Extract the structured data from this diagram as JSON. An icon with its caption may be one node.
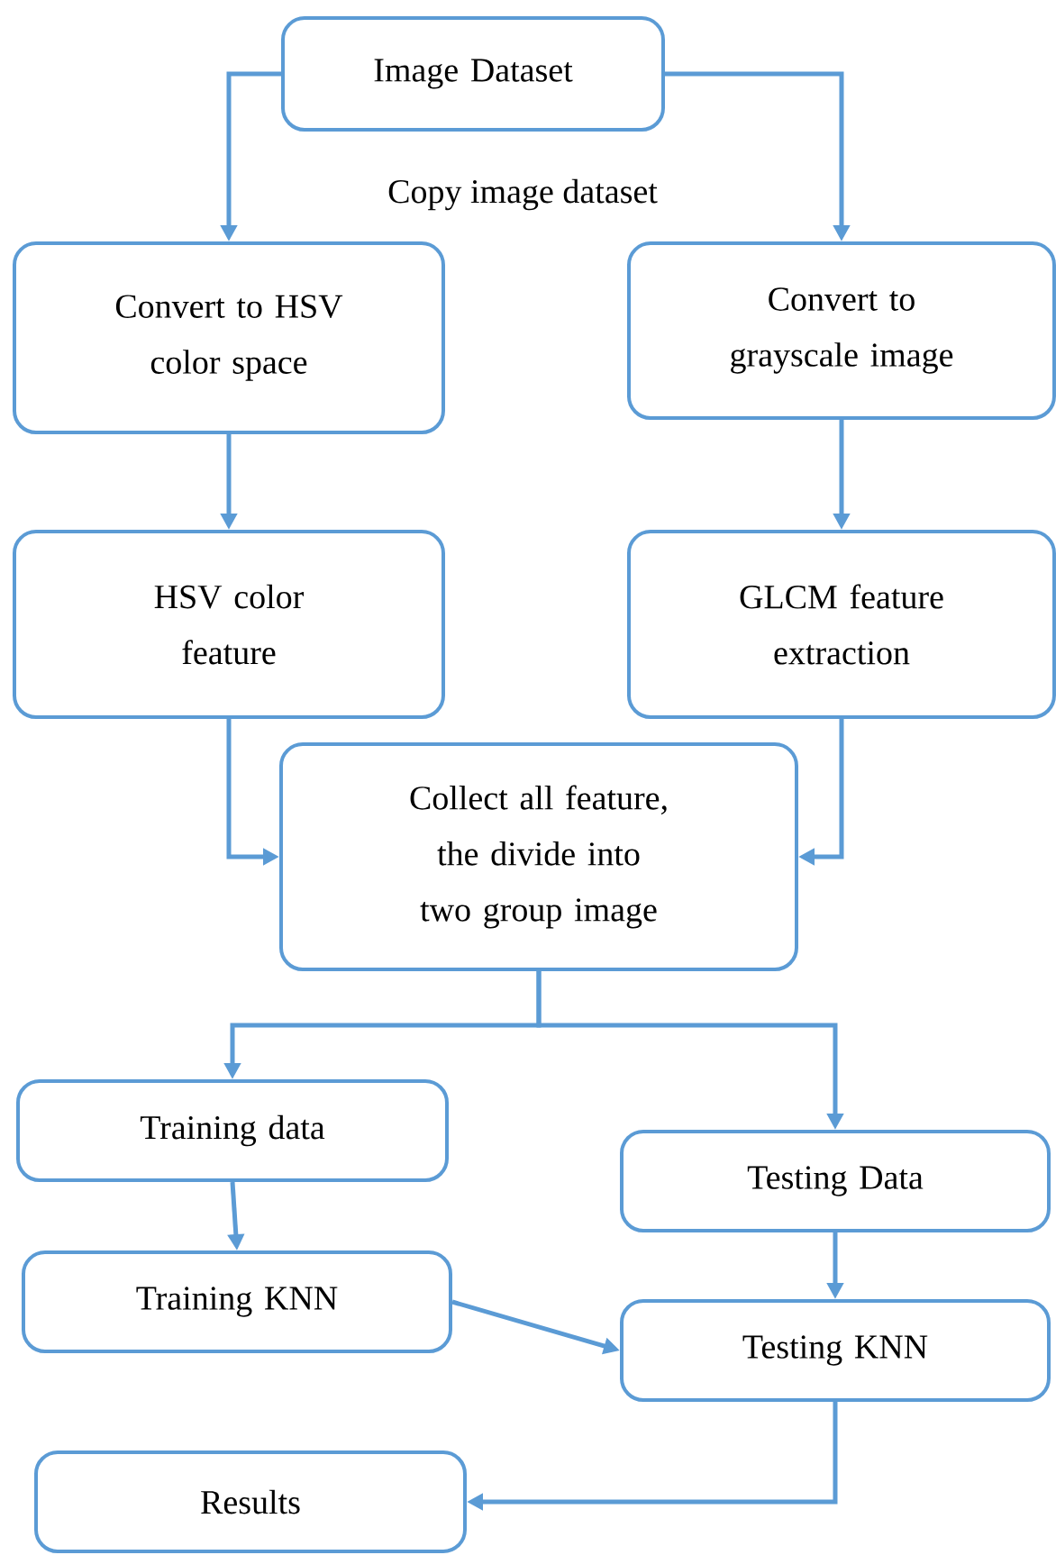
{
  "diagram": {
    "nodes": [
      {
        "text": [
          "Image Dataset"
        ]
      },
      {
        "text": [
          "Convert to HSV color space"
        ]
      },
      {
        "text": [
          "Convert to grayscale image"
        ]
      },
      {
        "text": [
          "HSV color feature"
        ]
      },
      {
        "text": [
          "GLCM feature extraction"
        ]
      },
      {
        "text": [
          "Collect all feature, the divide into two group image"
        ]
      },
      {
        "text": [
          "Training data"
        ]
      },
      {
        "text": [
          "Testing Data"
        ]
      },
      {
        "text": [
          "Training KNN"
        ]
      },
      {
        "text": [
          "Testing KNN"
        ]
      },
      {
        "text": [
          "Results"
        ]
      }
    ],
    "edges": [
      {
        "from": 0,
        "to": 1,
        "arrow": "to"
      },
      {
        "from": 0,
        "to": 2,
        "arrow": "to"
      },
      {
        "from": 1,
        "to": 3,
        "arrow": "to"
      },
      {
        "from": 2,
        "to": 4,
        "arrow": "to"
      },
      {
        "from": 3,
        "to": 5,
        "arrow": "to"
      },
      {
        "from": 4,
        "to": 5,
        "arrow": "to"
      },
      {
        "from": 5,
        "to": 6,
        "arrow": "to"
      },
      {
        "from": 5,
        "to": 7,
        "arrow": "to"
      },
      {
        "from": 6,
        "to": 8,
        "arrow": "to"
      },
      {
        "from": 8,
        "to": 9,
        "arrow": "to"
      },
      {
        "from": 7,
        "to": 9,
        "arrow": "to"
      },
      {
        "from": 9,
        "to": 10,
        "arrow": "to"
      }
    ],
    "labels": [
      "Copy image dataset"
    ]
  }
}
